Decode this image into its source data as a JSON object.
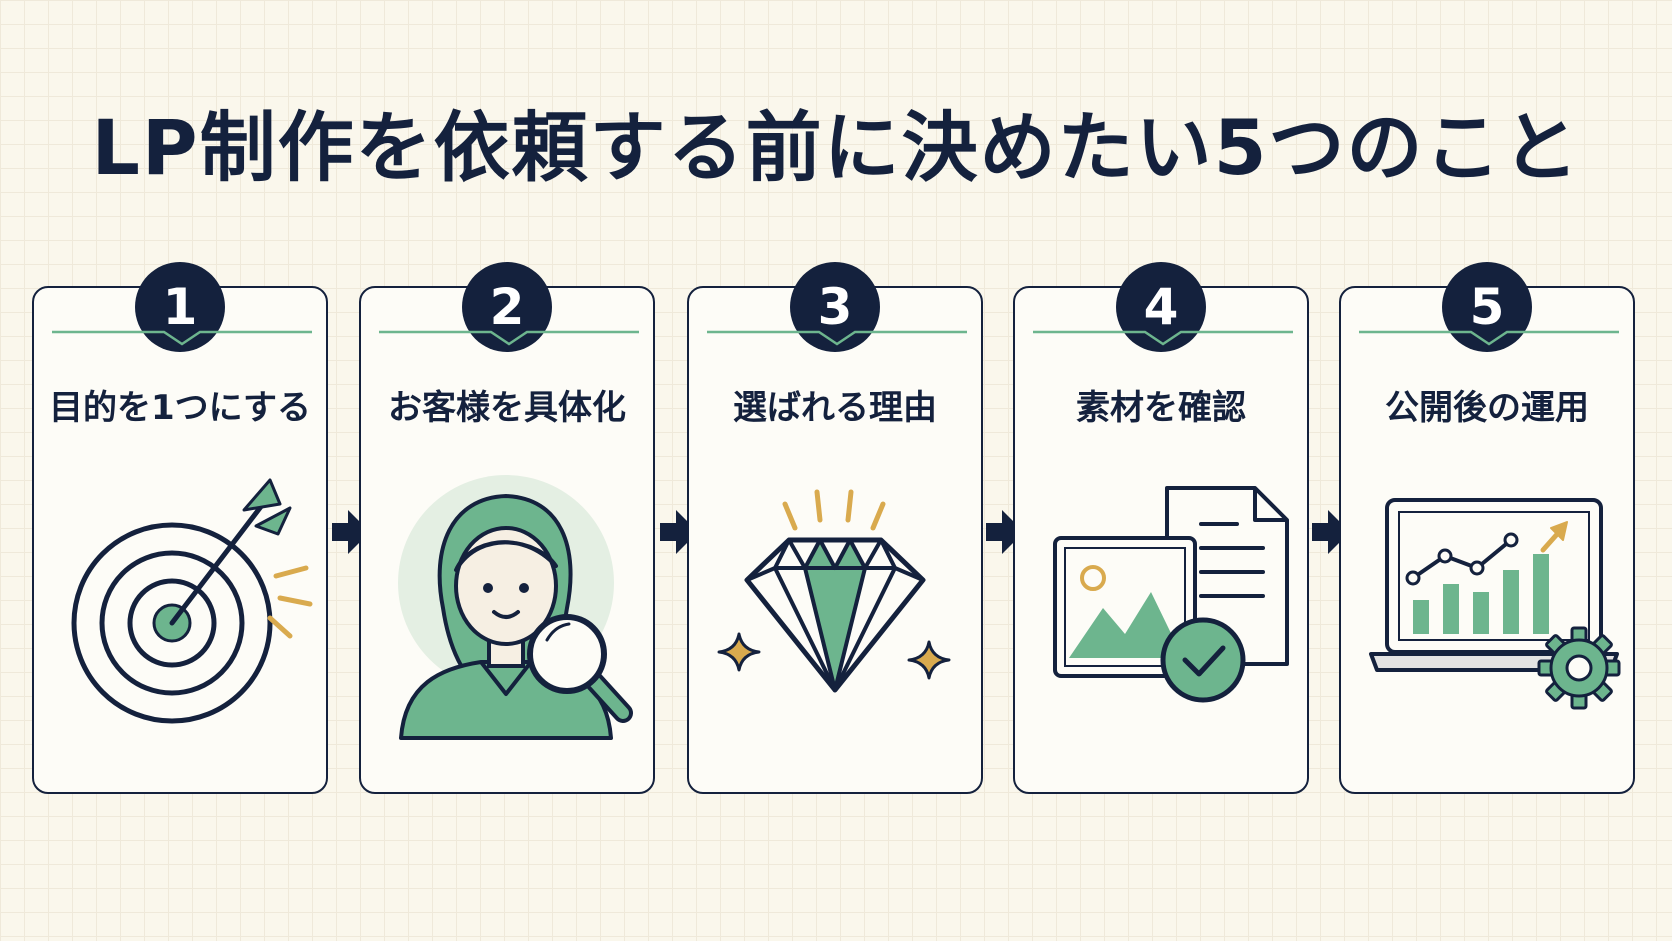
{
  "title": "LP制作を依頼する前に決めたい5つのこと",
  "colors": {
    "navy": "#14213d",
    "green": "#6db58e",
    "gold": "#d9aa4e",
    "background": "#faf7ec"
  },
  "steps": [
    {
      "number": "1",
      "label": "目的を1つにする",
      "icon": "target-arrow-icon"
    },
    {
      "number": "2",
      "label": "お客様を具体化",
      "icon": "person-magnifier-icon"
    },
    {
      "number": "3",
      "label": "選ばれる理由",
      "icon": "diamond-icon"
    },
    {
      "number": "4",
      "label": "素材を確認",
      "icon": "documents-check-icon"
    },
    {
      "number": "5",
      "label": "公開後の運用",
      "icon": "laptop-chart-gear-icon"
    }
  ]
}
